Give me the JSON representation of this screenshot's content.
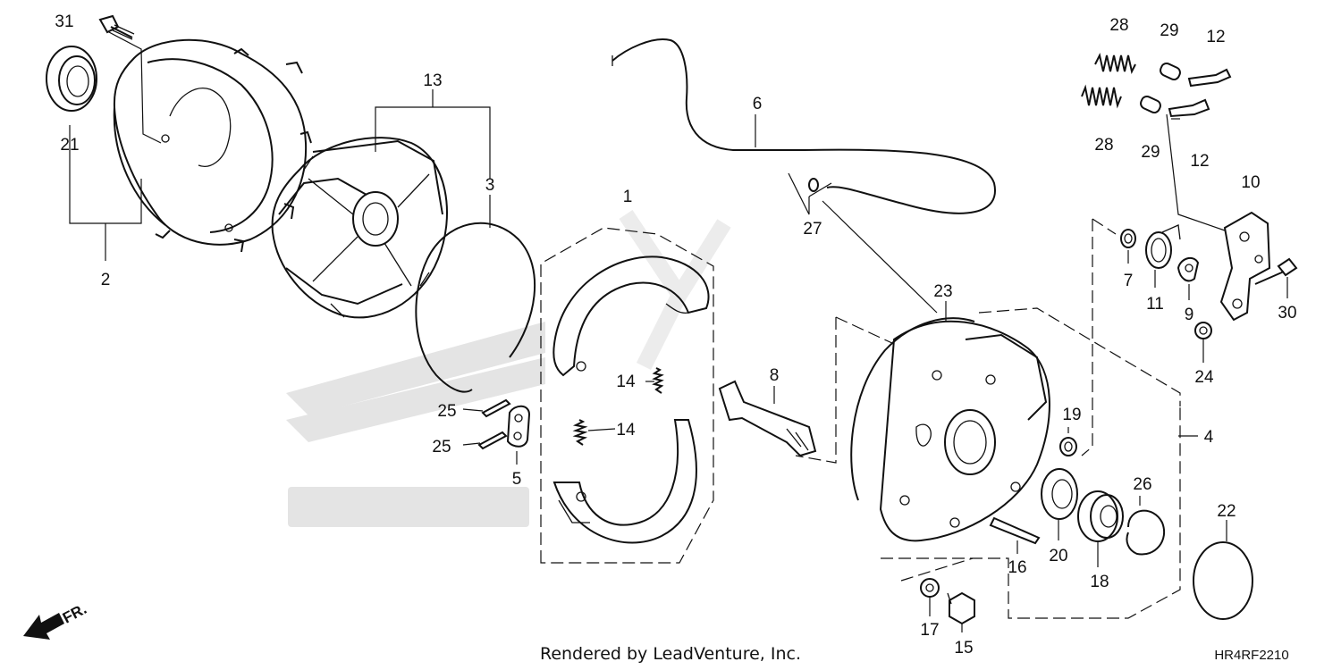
{
  "diagram": {
    "callouts": [
      {
        "id": "31",
        "label": "31"
      },
      {
        "id": "21",
        "label": "21"
      },
      {
        "id": "2",
        "label": "2"
      },
      {
        "id": "13",
        "label": "13"
      },
      {
        "id": "3",
        "label": "3"
      },
      {
        "id": "1",
        "label": "1"
      },
      {
        "id": "6",
        "label": "6"
      },
      {
        "id": "27",
        "label": "27"
      },
      {
        "id": "14a",
        "label": "14"
      },
      {
        "id": "14b",
        "label": "14"
      },
      {
        "id": "25a",
        "label": "25"
      },
      {
        "id": "25b",
        "label": "25"
      },
      {
        "id": "5",
        "label": "5"
      },
      {
        "id": "8",
        "label": "8"
      },
      {
        "id": "23",
        "label": "23"
      },
      {
        "id": "28a",
        "label": "28"
      },
      {
        "id": "29a",
        "label": "29"
      },
      {
        "id": "12a",
        "label": "12"
      },
      {
        "id": "28b",
        "label": "28"
      },
      {
        "id": "29b",
        "label": "29"
      },
      {
        "id": "12b",
        "label": "12"
      },
      {
        "id": "10",
        "label": "10"
      },
      {
        "id": "7",
        "label": "7"
      },
      {
        "id": "11",
        "label": "11"
      },
      {
        "id": "9",
        "label": "9"
      },
      {
        "id": "30",
        "label": "30"
      },
      {
        "id": "24",
        "label": "24"
      },
      {
        "id": "19",
        "label": "19"
      },
      {
        "id": "4",
        "label": "4"
      },
      {
        "id": "26",
        "label": "26"
      },
      {
        "id": "22",
        "label": "22"
      },
      {
        "id": "20",
        "label": "20"
      },
      {
        "id": "18",
        "label": "18"
      },
      {
        "id": "16",
        "label": "16"
      },
      {
        "id": "17",
        "label": "17"
      },
      {
        "id": "15",
        "label": "15"
      }
    ],
    "direction_label": "FR.",
    "credit": "Rendered by LeadVenture, Inc.",
    "drawing_code": "HR4RF2210"
  }
}
